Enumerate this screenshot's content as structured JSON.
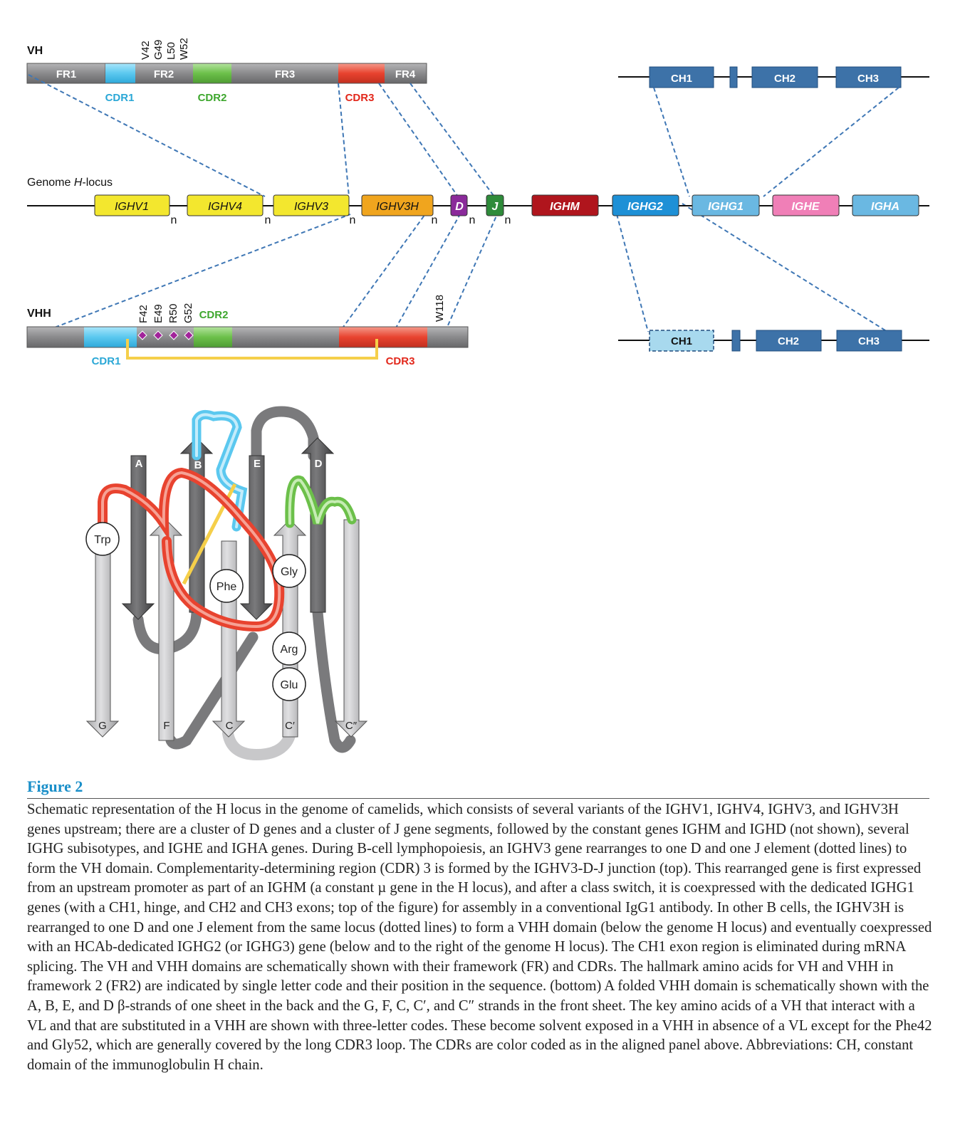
{
  "vh": {
    "label": "VH",
    "segments": [
      "FR1",
      "FR2",
      "FR3",
      "FR4"
    ],
    "cdrs": [
      "CDR1",
      "CDR2",
      "CDR3"
    ],
    "hallmarks": [
      "V42",
      "G49",
      "L50",
      "W52"
    ]
  },
  "constant_top": [
    "CH1",
    "CH2",
    "CH3"
  ],
  "genome": {
    "label_prefix": "Genome ",
    "label_italic": "H",
    "label_suffix": "-locus",
    "genes": [
      "IGHV1",
      "IGHV4",
      "IGHV3",
      "IGHV3H",
      "D",
      "J",
      "IGHM",
      "IGHG2",
      "IGHG1",
      "IGHE",
      "IGHA"
    ],
    "n_label": "n"
  },
  "vhh": {
    "label": "VHH",
    "hallmarks": [
      "F42",
      "E49",
      "R50",
      "G52"
    ],
    "cdrs": [
      "CDR1",
      "CDR2",
      "CDR3"
    ],
    "w118": "W118"
  },
  "constant_bottom": [
    "CH1",
    "CH2",
    "CH3"
  ],
  "fold": {
    "strands": [
      "A",
      "B",
      "E",
      "D",
      "G",
      "F",
      "C",
      "C′",
      "C″"
    ],
    "residues": [
      "Trp",
      "Phe",
      "Gly",
      "Arg",
      "Glu"
    ]
  },
  "colors": {
    "framework": "#8a8a8c",
    "cdr1": "#5bc8ef",
    "cdr2": "#6cc04a",
    "cdr3": "#e8432f",
    "const": "#3d72a8",
    "link": "#3f77b5",
    "caption_title": "#1a8fc9"
  },
  "caption": {
    "title": "Figure 2",
    "body": "Schematic representation of the H locus in the genome of camelids, which consists of several variants of the IGHV1, IGHV4, IGHV3, and IGHV3H genes upstream; there are a cluster of D genes and a cluster of J gene segments, followed by the constant genes IGHM and IGHD (not shown), several IGHG subisotypes, and IGHE and IGHA genes. During B-cell lymphopoiesis, an IGHV3 gene rearranges to one D and one J element (dotted lines) to form the VH domain. Complementarity-determining region (CDR) 3 is formed by the IGHV3-D-J junction (top). This rearranged gene is first expressed from an upstream promoter as part of an IGHM (a constant µ gene in the H locus), and after a class switch, it is coexpressed with the dedicated IGHG1 genes (with a CH1, hinge, and CH2 and CH3 exons; top of the figure) for assembly in a conventional IgG1 antibody. In other B cells, the IGHV3H is rearranged to one D and one J element from the same locus (dotted lines) to form a VHH domain (below the genome H locus) and eventually coexpressed with an HCAb-dedicated IGHG2 (or IGHG3) gene (below and to the right of the genome H locus). The CH1 exon region is eliminated during mRNA splicing. The VH and VHH domains are schematically shown with their framework (FR) and CDRs. The hallmark amino acids for VH and VHH in framework 2 (FR2) are indicated by single letter code and their position in the sequence. (bottom) A folded VHH domain is schematically shown with the A, B, E, and D β-strands of one sheet in the back and the G, F, C, C′, and C″ strands in the front sheet. The key amino acids of a VH that interact with a VL and that are substituted in a VHH are shown with three-letter codes. These become solvent exposed in a VHH in absence of a VL except for the Phe42 and Gly52, which are generally covered by the long CDR3 loop. The CDRs are color coded as in the aligned panel above. Abbreviations: CH, constant domain of the immunoglobulin H chain."
  }
}
